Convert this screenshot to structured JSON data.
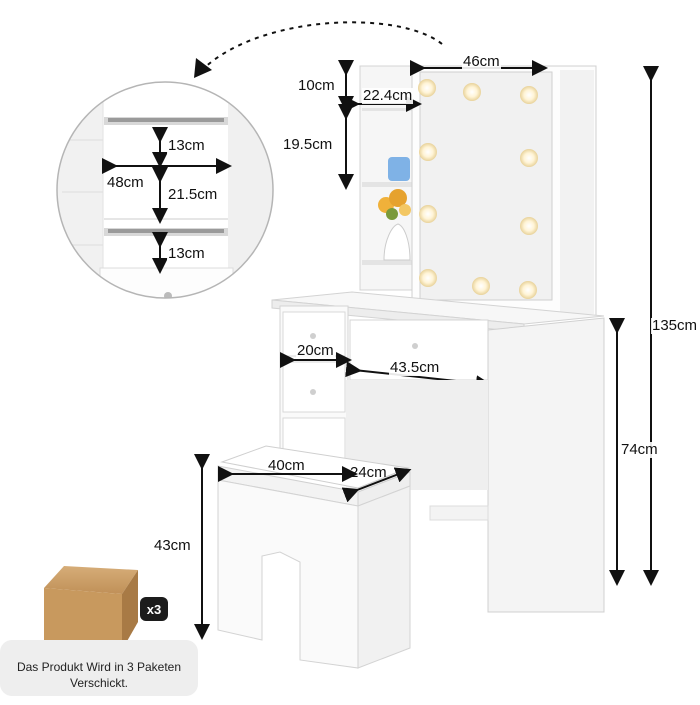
{
  "dimensions": {
    "mirror_width": "46cm",
    "shelf_top_height": "10cm",
    "shelf_width": "22.4cm",
    "shelf_mid_height": "19.5cm",
    "total_height": "135cm",
    "table_height": "74cm",
    "drawer_small_width": "20cm",
    "drawer_large_width": "43.5cm",
    "stool_width": "40cm",
    "stool_depth": "24cm",
    "stool_height": "43cm"
  },
  "detail_inset": {
    "drawer_top_height": "13cm",
    "inner_width": "48cm",
    "inner_height": "21.5cm",
    "drawer_bottom_height": "13cm"
  },
  "package": {
    "count": "x3",
    "caption_line1": "Das Produkt Wird in 3 Paketen",
    "caption_line2": "Verschickt."
  },
  "colors": {
    "furniture_white": "#fbfbfb",
    "outline_gray": "#cfcfcf",
    "bulb_glow": "#fff1c8",
    "box_brown": "#c49a63",
    "arrow_black": "#111111"
  }
}
